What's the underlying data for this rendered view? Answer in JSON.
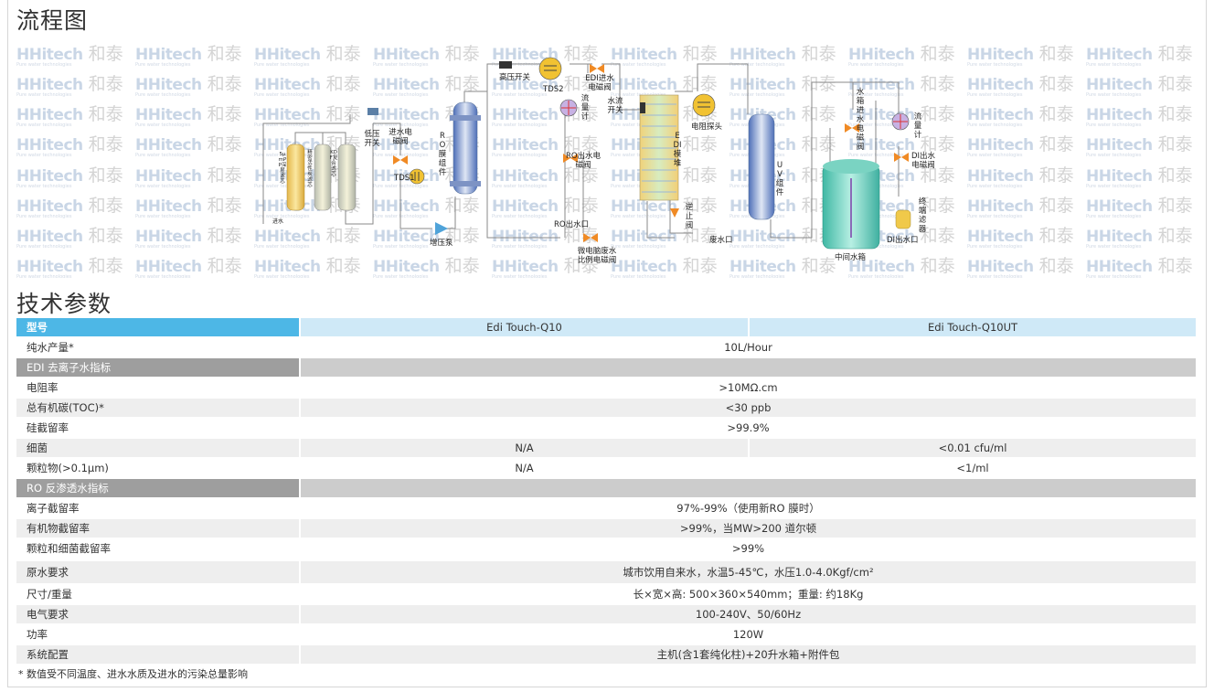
{
  "titles": {
    "flow": "流程图",
    "spec": "技术参数"
  },
  "watermark": {
    "brand": "HHitech",
    "cn": "和泰",
    "sub": "Pure water technologies"
  },
  "diagram": {
    "labels": {
      "pp_filter": "5μmPP深层滤芯",
      "carbon_filter": "精密活性炭滤芯",
      "composite_filter": "KDF复合滤芯",
      "inlet": "进水",
      "low_pressure_switch": "低压开关",
      "inlet_valve": "进水电磁阀",
      "tds1": "TDS1",
      "ro_module": "RO膜组件",
      "booster_pump": "增压泵",
      "high_pressure_switch": "高压开关",
      "tds2": "TDS2",
      "edi_inlet_valve": "EDI进水电磁阀",
      "flowmeter1": "流量计",
      "water_flow_switch": "水流开关",
      "ro_outlet_valve": "RO出水电磁阀",
      "ro_outlet": "RO出水口",
      "waste_valve": "微电脑废水比例电磁阀",
      "edi_stack": "EDI模堆",
      "resistivity_probe": "电阻探头",
      "check_valve": "逆止阀",
      "waste_outlet": "废水口",
      "uv_module": "UV组件",
      "tank_inlet_valve": "水箱进水电磁阀",
      "intermediate_tank": "中间水箱",
      "flowmeter2": "流量计",
      "di_outlet_valve": "DI出水电磁阀",
      "terminal_filter": "终端滤器",
      "di_outlet": "DI出水口"
    }
  },
  "table": {
    "header": {
      "label": "型号",
      "col1": "Edi Touch-Q10",
      "col2": "Edi Touch-Q10UT"
    },
    "rows": [
      {
        "type": "w",
        "label": "纯水产量*",
        "value": "10L/Hour"
      },
      {
        "type": "grp",
        "label": "EDI 去离子水指标",
        "value": ""
      },
      {
        "type": "w",
        "label": "电阻率",
        "value": ">10MΩ.cm"
      },
      {
        "type": "g",
        "label": "总有机碳(TOC)*",
        "value": "<30 ppb"
      },
      {
        "type": "w",
        "label": "硅截留率",
        "value": ">99.9%"
      },
      {
        "type": "g",
        "label": "细菌",
        "v1": "N/A",
        "v2": "<0.01 cfu/ml"
      },
      {
        "type": "w",
        "label": "颗粒物(>0.1μm)",
        "v1": "N/A",
        "v2": "<1/ml"
      },
      {
        "type": "grp",
        "label": "RO 反渗透水指标",
        "value": ""
      },
      {
        "type": "w",
        "label": "离子截留率",
        "value": "97%-99%（使用新RO 膜时）"
      },
      {
        "type": "g",
        "label": "有机物截留率",
        "value": ">99%，当MW>200 道尔顿"
      },
      {
        "type": "w",
        "label": "颗粒和细菌截留率",
        "value": ">99%"
      },
      {
        "type": "g",
        "label": "原水要求",
        "value": "城市饮用自来水，水温5-45℃，水压1.0-4.0Kgf/cm²"
      },
      {
        "type": "w",
        "label": "尺寸/重量",
        "value": "长×宽×高: 500×360×540mm；重量: 约18Kg"
      },
      {
        "type": "g",
        "label": "电气要求",
        "value": "100-240V、50/60Hz"
      },
      {
        "type": "w",
        "label": "功率",
        "value": "120W"
      },
      {
        "type": "g",
        "label": "系统配置",
        "value": "主机(含1套纯化柱)+20升水箱+附件包"
      }
    ],
    "footnote": "* 数值受不同温度、进水水质及进水的污染总量影响"
  }
}
